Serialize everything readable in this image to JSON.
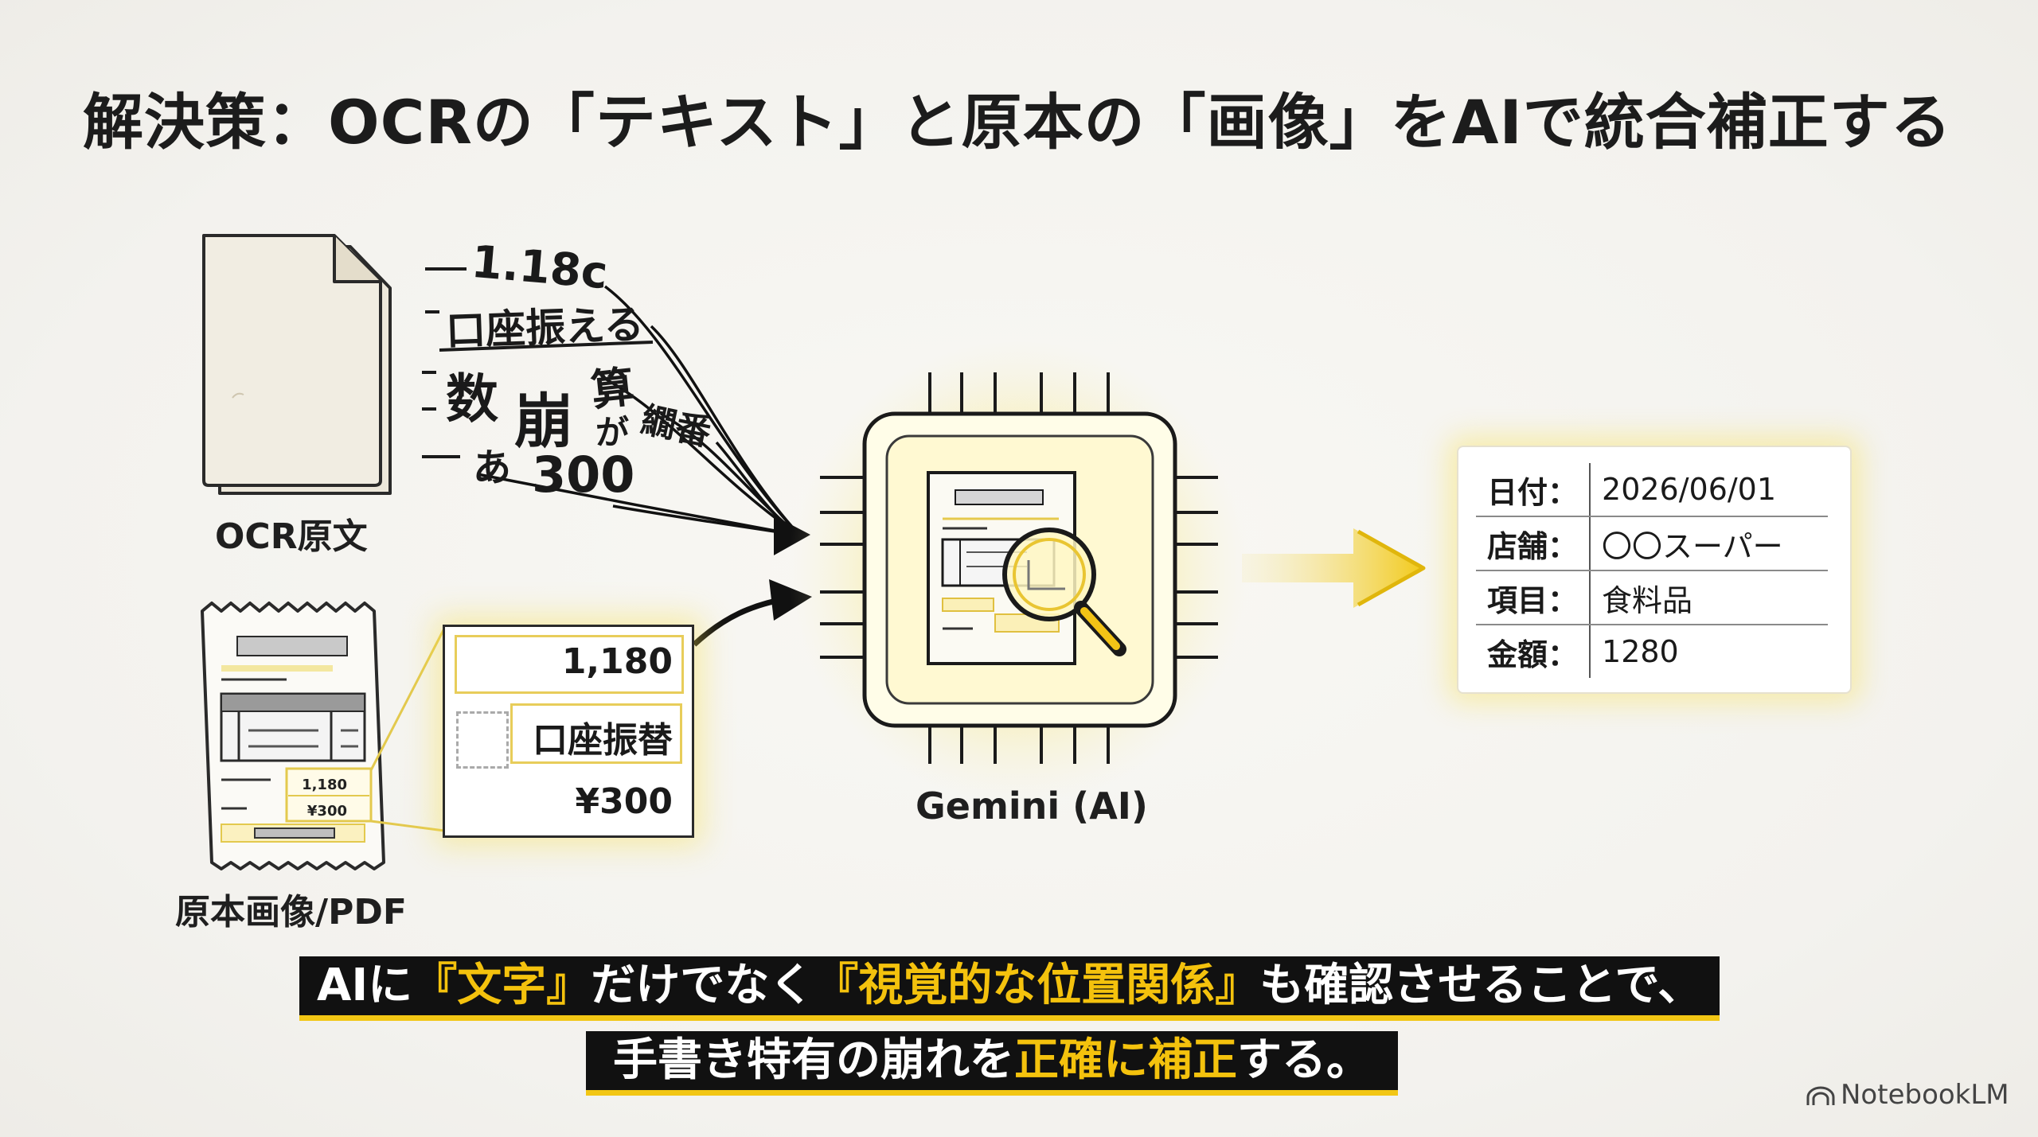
{
  "title": "解決策：OCRの「テキスト」と原本の「画像」をAIで統合補正する",
  "ocr_source": {
    "label": "OCR原文",
    "fragments": [
      "1.18c",
      "口座振える",
      "数",
      "崩",
      "算",
      "が",
      "繝番",
      "あ",
      "300"
    ]
  },
  "original_source": {
    "label": "原本画像/PDF",
    "receipt_values": [
      "1,180",
      "¥300"
    ],
    "crop_values": [
      "1,180",
      "口座振替",
      "¥300"
    ]
  },
  "ai": {
    "label": "Gemini (AI)",
    "icon": "chip-magnifier-icon"
  },
  "result": {
    "rows": [
      {
        "key": "日付：",
        "value": "2026/06/01"
      },
      {
        "key": "店舗：",
        "value": "〇〇スーパー"
      },
      {
        "key": "項目：",
        "value": "食料品"
      },
      {
        "key": "金額：",
        "value": "1280"
      }
    ]
  },
  "banner": {
    "line1": {
      "a": "AIに",
      "b": "『文字』",
      "c": "だけでなく",
      "d": "『視覚的な位置関係』",
      "e": "も確認させることで、"
    },
    "line2": {
      "a": "手書き特有の崩れを",
      "b": "正確に補正",
      "c": "する。"
    }
  },
  "brand": "NotebookLM",
  "colors": {
    "accent": "#f4c20d",
    "glow": "#f7df50",
    "ink": "#1a1a1a"
  }
}
